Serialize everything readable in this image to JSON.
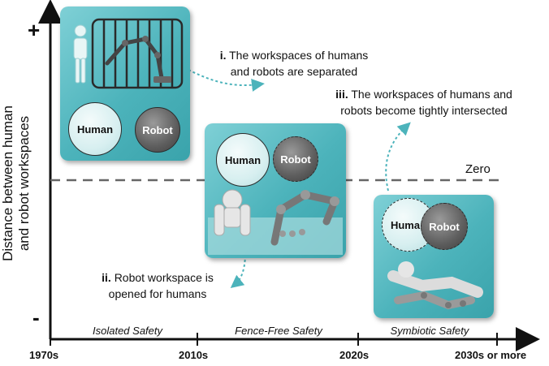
{
  "y_axis": {
    "label_line1": "Distance between human",
    "label_line2": "and robot workspaces",
    "plus": "+",
    "minus": "-"
  },
  "x_axis": {
    "ticks": [
      "1970s",
      "2010s",
      "2020s",
      "2030s or more"
    ],
    "eras": [
      "Isolated Safety",
      "Fence-Free Safety",
      "Symbiotic Safety"
    ]
  },
  "zero_label": "Zero",
  "notes": {
    "i_num": "i.",
    "i_text1": "The workspaces of humans",
    "i_text2": "and robots are separated",
    "ii_num": "ii.",
    "ii_text1": "Robot workspace is",
    "ii_text2": "opened for humans",
    "iii_num": "iii.",
    "iii_text1": "The workspaces of humans and",
    "iii_text2": "robots become tightly intersected"
  },
  "panels": {
    "isolated": {
      "human": "Human",
      "robot": "Robot"
    },
    "fence_free": {
      "human": "Human",
      "robot": "Robot"
    },
    "symbiotic": {
      "human": "Human",
      "robot": "Robot"
    }
  },
  "colors": {
    "panel": "#4cb3bb",
    "human_circle": "#d7eff0",
    "robot_circle": "#5e5e5e",
    "arrow": "#4cb3bb"
  }
}
